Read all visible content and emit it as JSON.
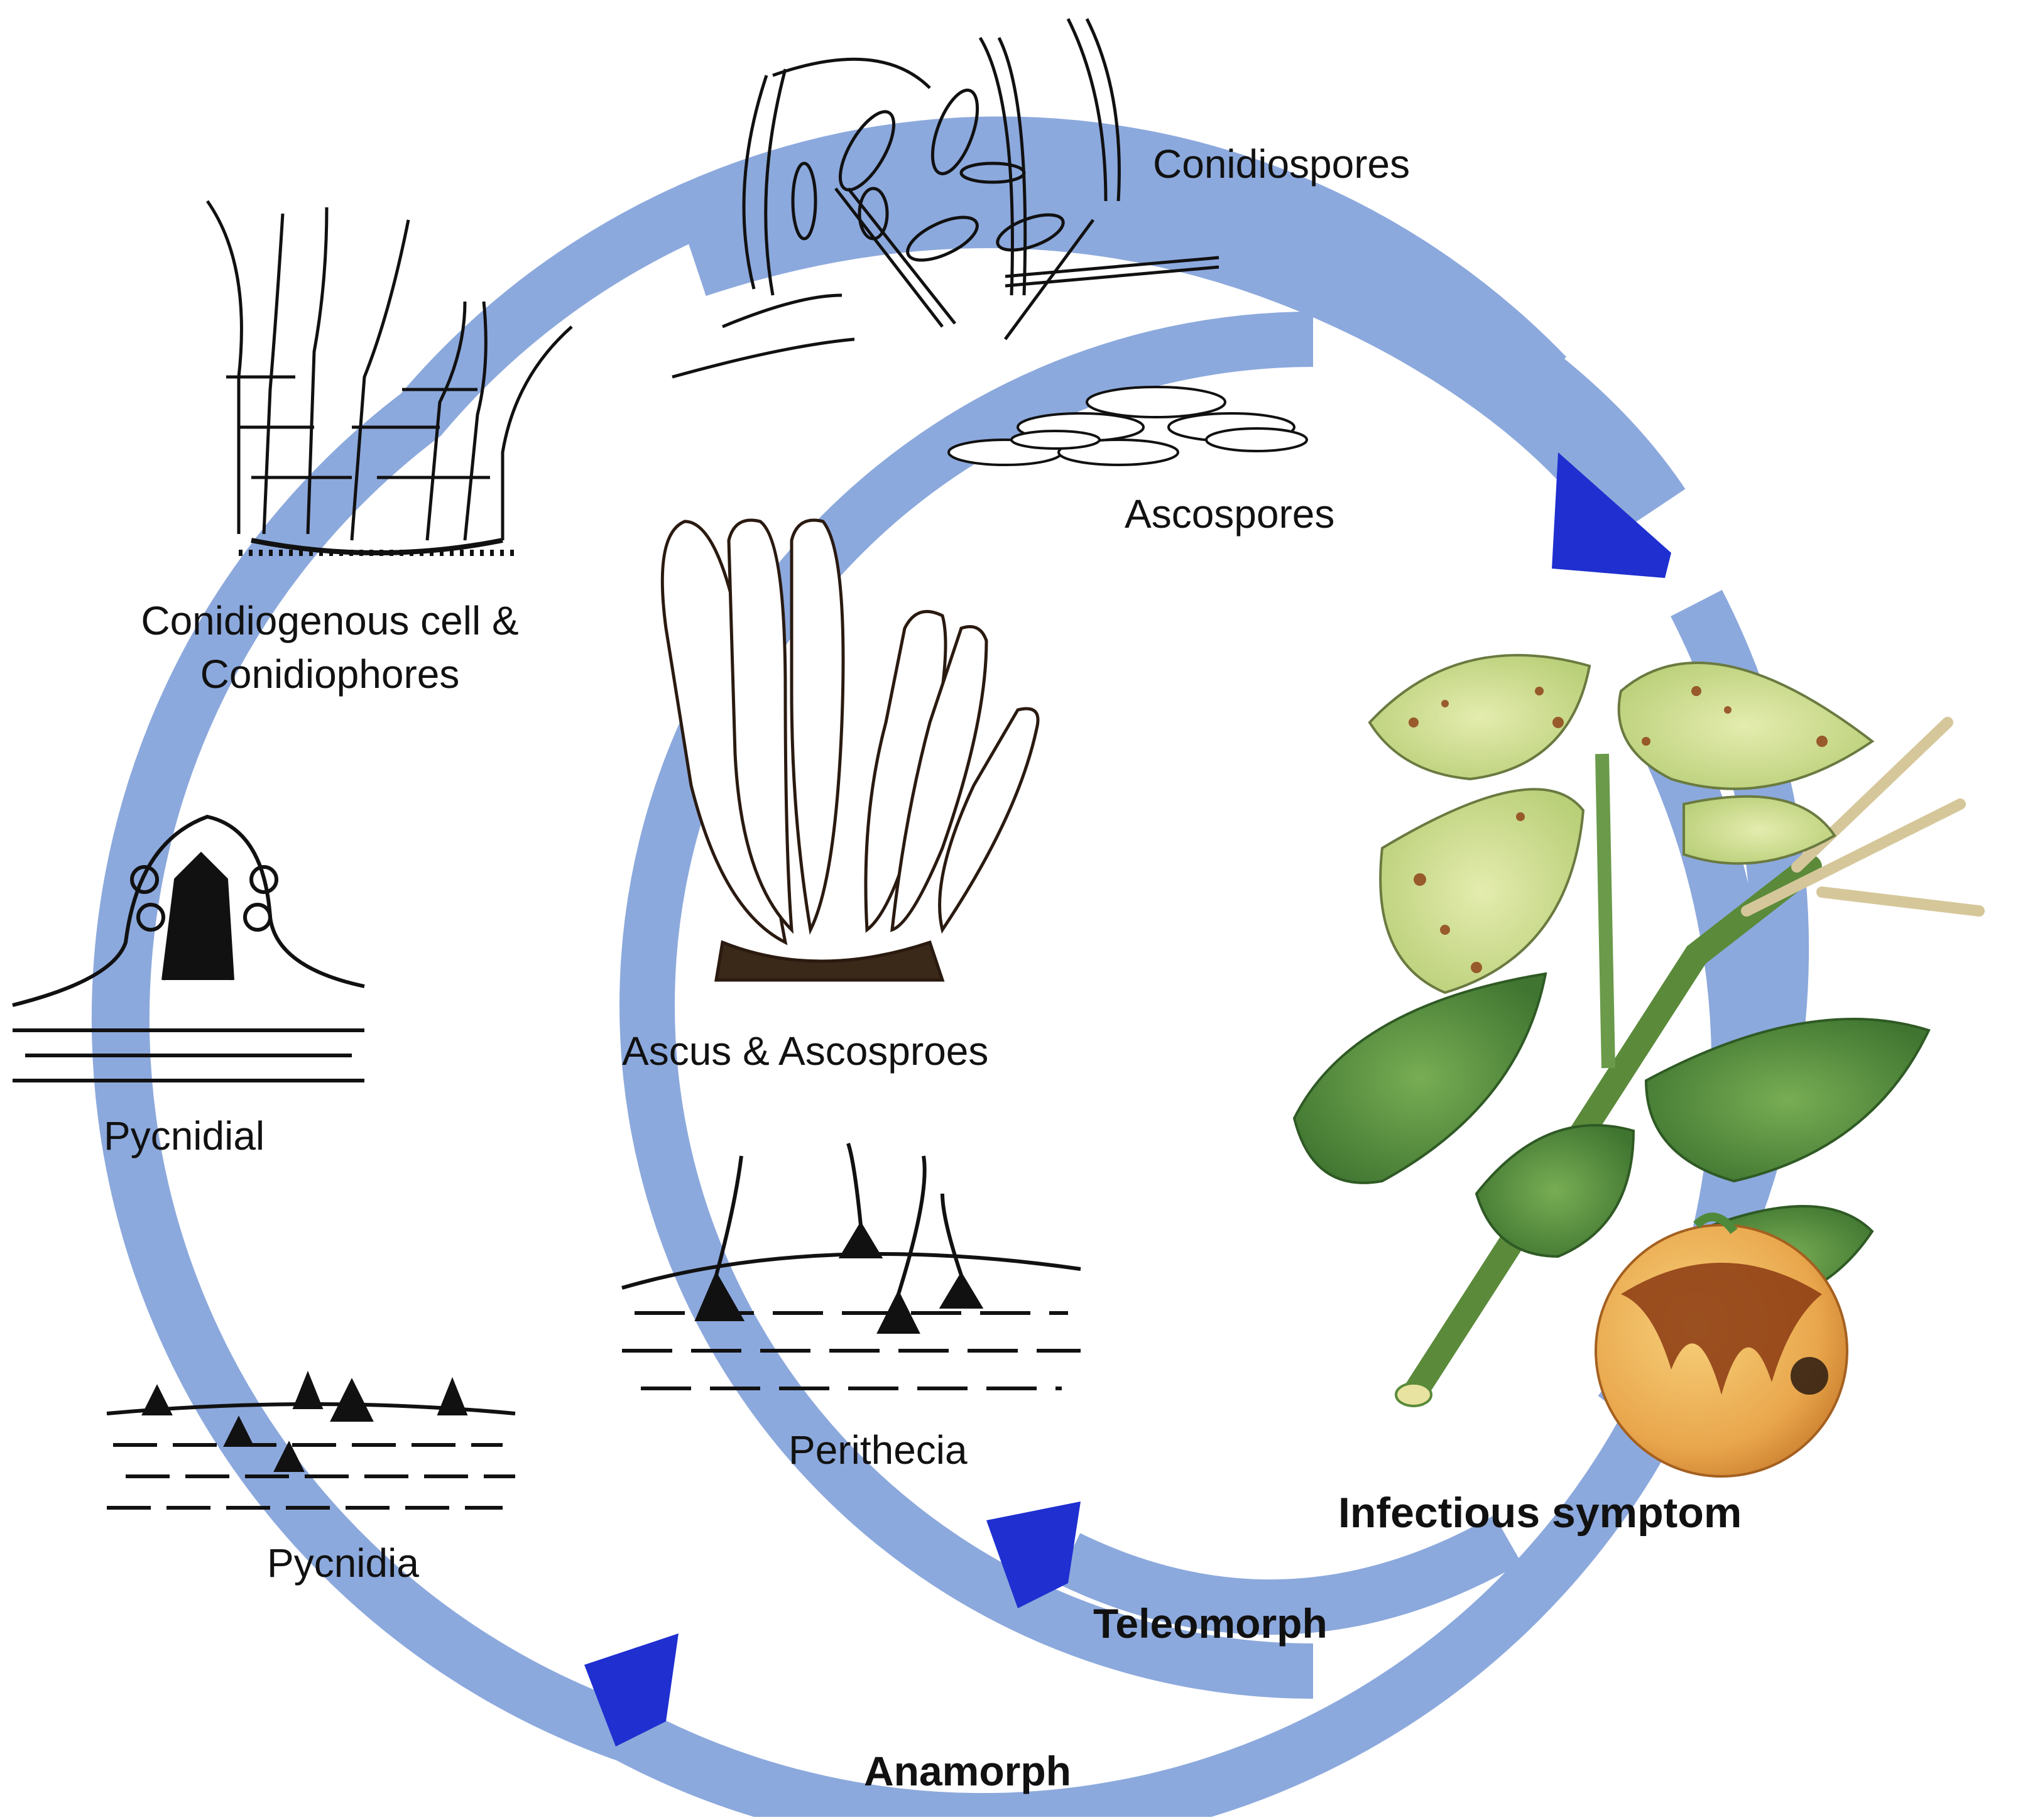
{
  "labels": {
    "conidiospores": "Conidiospores",
    "ascospores": "Ascospores",
    "conidiogenous_line1": "Conidiogenous cell &",
    "conidiogenous_line2": "Conidiophores",
    "ascus": "Ascus & Ascosproes",
    "pycnidial": "Pycnidial",
    "perithecia": "Perithecia",
    "pycnidia": "Pycnidia",
    "infectious": "Infectious symptom",
    "teleomorph": "Teleomorph",
    "anamorph": "Anamorph"
  },
  "colors": {
    "cycle_arrow": "#8ca9dd",
    "arrow_head": "#1f2fd0",
    "ink": "#111111",
    "leaf_light": "#c9dc8a",
    "leaf_dark": "#4f8a3a",
    "fruit": "#e9a64c",
    "lesion": "#8b3a12"
  },
  "icons": [
    "fungal-spore-icon",
    "conidiophore-icon",
    "ascus-icon",
    "pycnidium-icon",
    "perithecium-icon",
    "citrus-branch-icon"
  ]
}
